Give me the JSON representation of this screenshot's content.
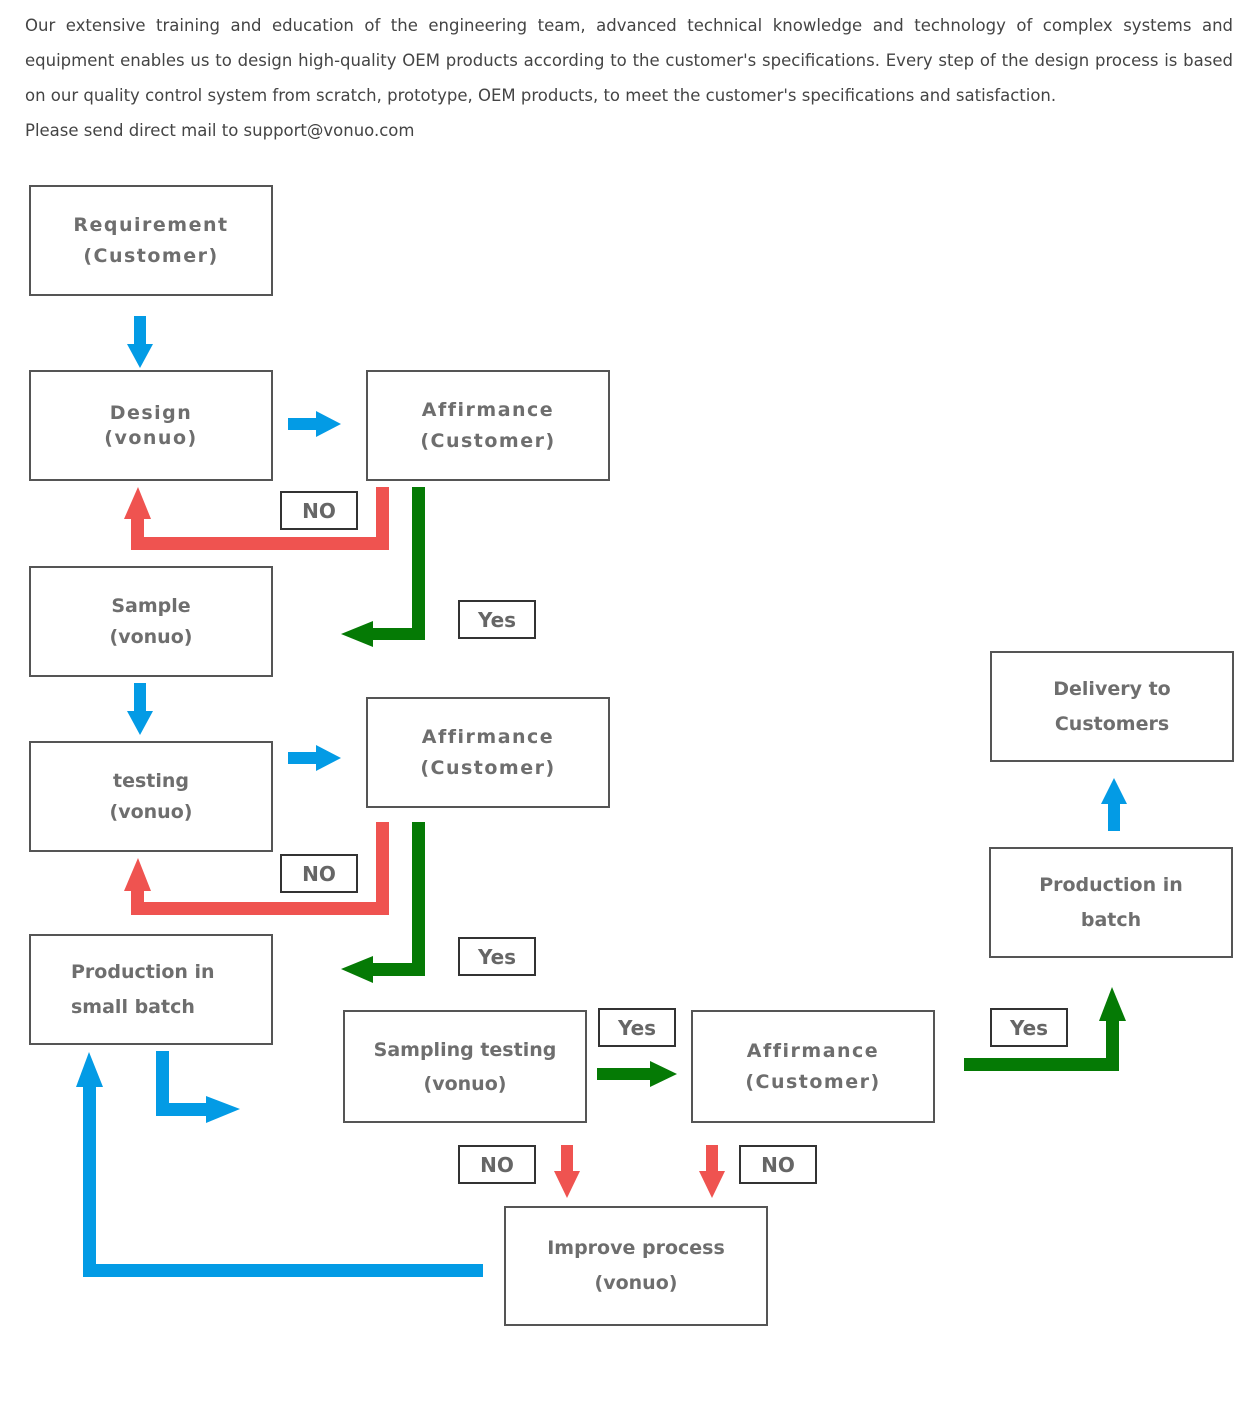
{
  "intro": {
    "paragraph": "Our extensive training and education of the engineering team, advanced technical knowledge and technology of complex systems and equipment enables us to design high-quality OEM products according to the customer's specifications. Every step of the design process is based on our quality control system from scratch, prototype, OEM products, to meet the customer's specifications and satisfaction.",
    "contact": "Please send direct mail to support@vonuo.com"
  },
  "colors": {
    "blue": "#039be5",
    "red": "#ef5350",
    "green": "#057a05",
    "border": "#555555",
    "text": "#6e6e6e"
  },
  "nodes": {
    "requirement": {
      "line1": "Requirement",
      "line2": "(Customer)"
    },
    "design": {
      "line1": "Design",
      "line2": "(vonuo)"
    },
    "affirm1": {
      "line1": "Affirmance",
      "line2": "(Customer)"
    },
    "sample": {
      "line1": "Sample",
      "line2": "(vonuo)"
    },
    "testing": {
      "line1": "testing",
      "line2": "(vonuo)"
    },
    "affirm2": {
      "line1": "Affirmance",
      "line2": "(Customer)"
    },
    "small_batch": {
      "line1": "Production in",
      "line2": "small batch"
    },
    "sampling_testing": {
      "line1": "Sampling testing",
      "line2": "(vonuo)"
    },
    "affirm3": {
      "line1": "Affirmance",
      "line2": "(Customer)"
    },
    "improve": {
      "line1": "Improve process",
      "line2": "(vonuo)"
    },
    "batch": {
      "line1": "Production in",
      "line2": "batch"
    },
    "delivery": {
      "line1": "Delivery to",
      "line2": "Customers"
    }
  },
  "labels": {
    "no1": "NO",
    "yes1": "Yes",
    "no2": "NO",
    "yes2": "Yes",
    "yes3": "Yes",
    "yes4": "Yes",
    "no3": "NO",
    "no4": "NO"
  }
}
